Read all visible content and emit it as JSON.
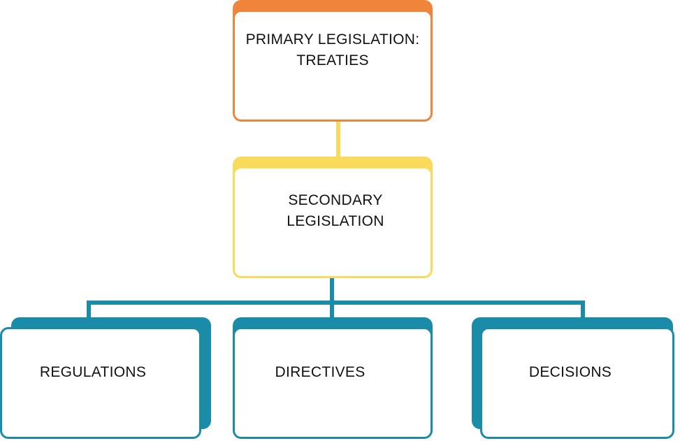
{
  "colors": {
    "primary": "#F0843A",
    "secondary": "#F9DA5B",
    "tertiary": "#1A8CA8",
    "background": "#FFFFFF",
    "text": "#111111"
  },
  "nodes": {
    "primary": {
      "line1": "PRIMARY LEGISLATION:",
      "line2": "TREATIES"
    },
    "secondary": {
      "line1": "SECONDARY",
      "line2": "LEGISLATION"
    },
    "regulations": {
      "label": "REGULATIONS"
    },
    "directives": {
      "label": "DIRECTIVES"
    },
    "decisions": {
      "label": "DECISIONS"
    }
  }
}
